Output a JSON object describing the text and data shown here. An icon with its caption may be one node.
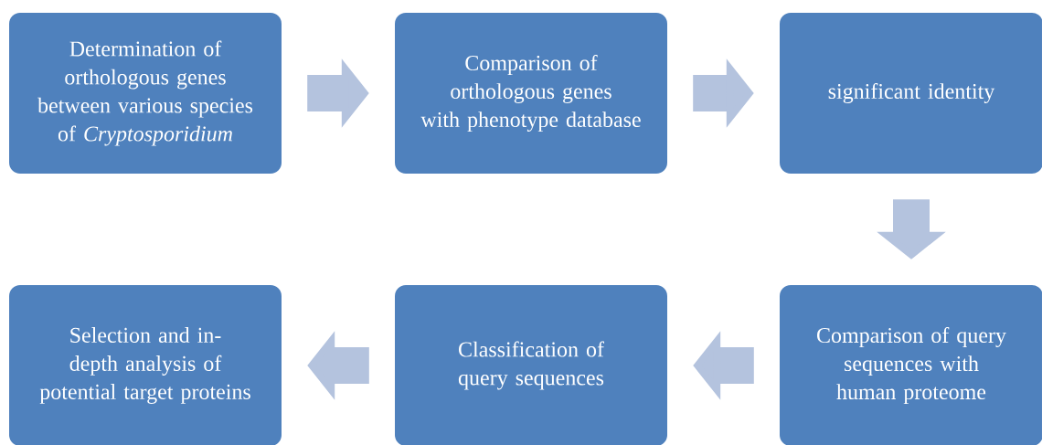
{
  "diagram": {
    "nodes": [
      {
        "text": [
          "Determination of orthologous genes between various species of *Cryptosporidium*"
        ]
      },
      {
        "text": [
          "Comparison of orthologous genes with phenotype database"
        ]
      },
      {
        "text": [
          "significant identity"
        ]
      },
      {
        "text": [
          "Selection and in-depth analysis of potential target proteins"
        ]
      },
      {
        "text": [
          "Classification of query sequences"
        ]
      },
      {
        "text": [
          "Comparison of query sequences with human proteome"
        ]
      }
    ],
    "edges": [
      {
        "from": 0,
        "to": 1,
        "arrow": "to"
      },
      {
        "from": 1,
        "to": 2,
        "arrow": "to"
      },
      {
        "from": 2,
        "to": 5,
        "arrow": "to"
      },
      {
        "from": 5,
        "to": 4,
        "arrow": "to"
      },
      {
        "from": 4,
        "to": 3,
        "arrow": "to"
      }
    ]
  }
}
